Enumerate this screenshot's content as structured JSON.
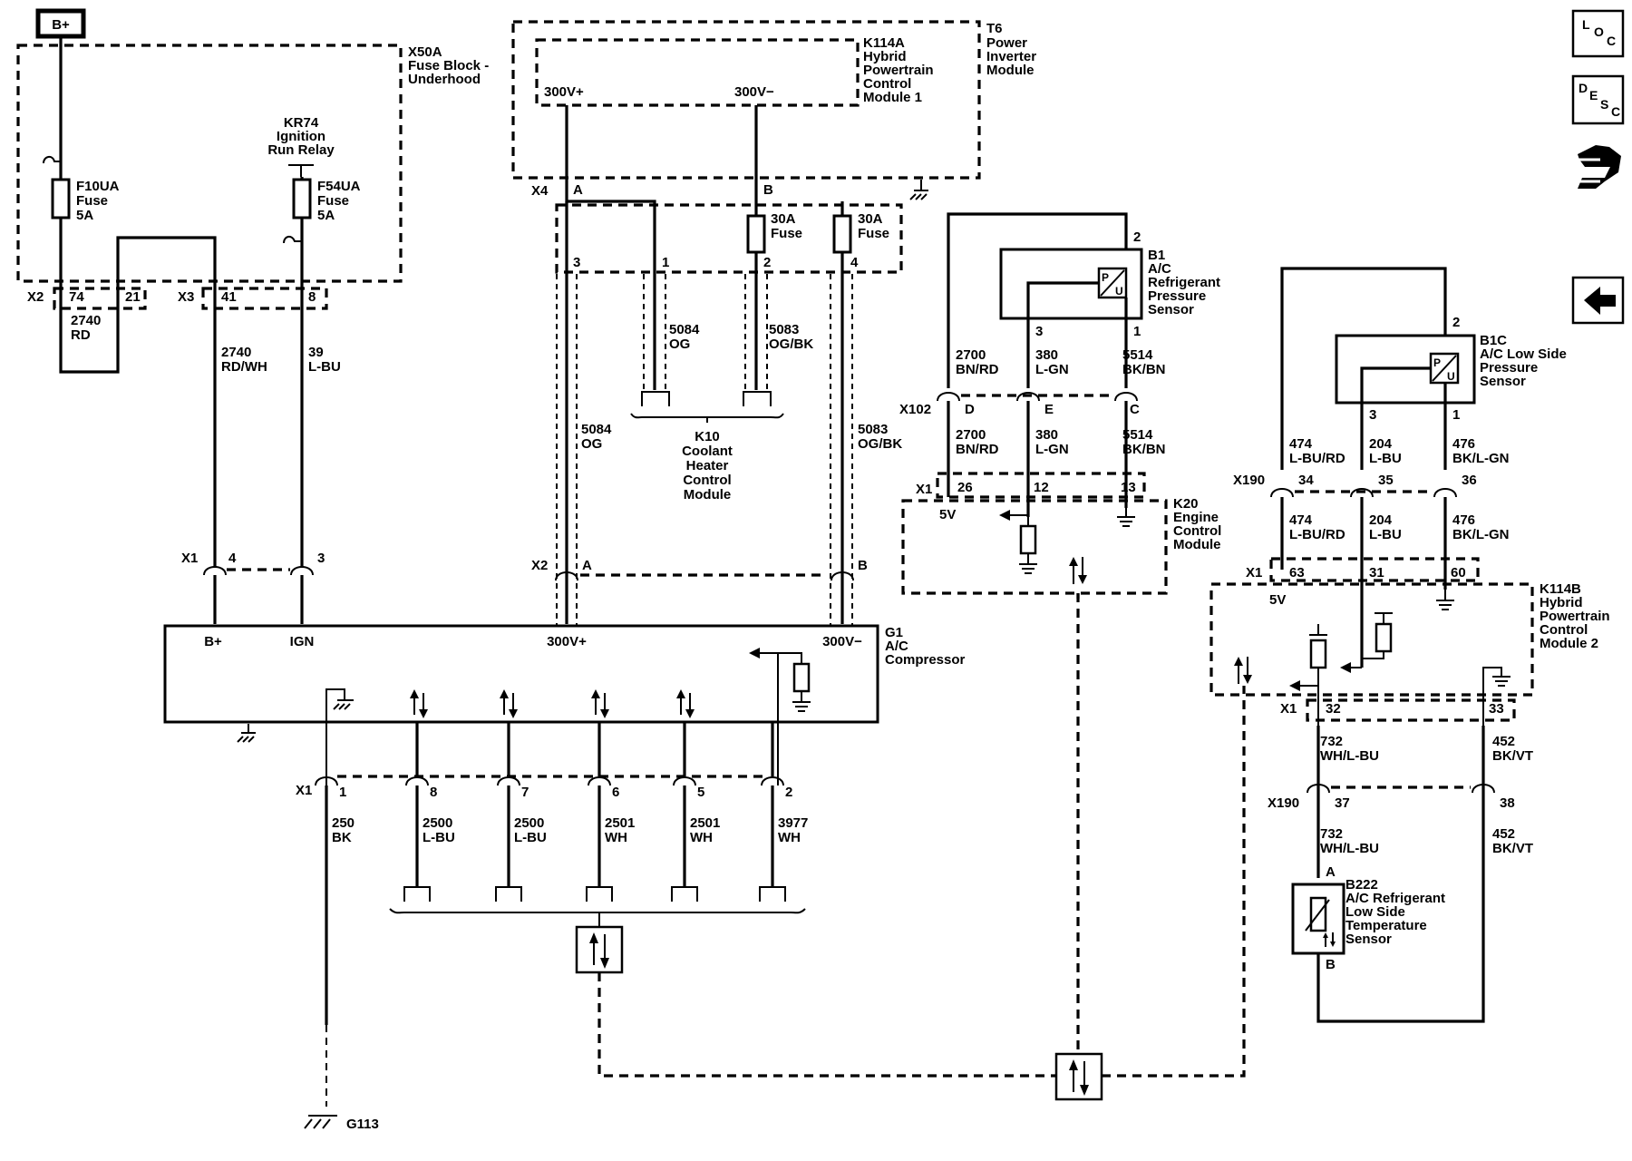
{
  "nav": {
    "loc_icon": "LOC",
    "desc_icon": "DESC",
    "connector_icon": "connector-view",
    "back_icon": "back-arrow"
  },
  "power": {
    "bplus": "B+"
  },
  "fuse_block": {
    "id": "X50A",
    "name_l1": "Fuse Block -",
    "name_l2": "Underhood",
    "f10": {
      "id": "F10UA",
      "l2": "Fuse",
      "l3": "5A"
    },
    "f54": {
      "id": "F54UA",
      "l2": "Fuse",
      "l3": "5A"
    },
    "relay": {
      "id": "KR74",
      "l2": "Ignition",
      "l3": "Run Relay"
    },
    "x2": {
      "conn": "X2",
      "p1": "74",
      "p2": "21"
    },
    "x3": {
      "conn": "X3",
      "p1": "41",
      "p2": "8"
    }
  },
  "wires_left": {
    "w1": {
      "num": "2740",
      "color": "RD"
    },
    "w2": {
      "num": "2740",
      "color": "RD/WH"
    },
    "w3": {
      "num": "39",
      "color": "L-BU"
    }
  },
  "inverter": {
    "t6_id": "T6",
    "t6_l1": "Power",
    "t6_l2": "Inverter",
    "t6_l3": "Module",
    "k114a_id": "K114A",
    "k114a_l1": "Hybrid",
    "k114a_l2": "Powertrain",
    "k114a_l3": "Control",
    "k114a_l4": "Module 1",
    "plus": "300V+",
    "minus": "300V−",
    "x4": "X4",
    "pinA": "A",
    "pinB": "B",
    "fuse1": "30A",
    "fuse2": "30A",
    "fuse_word": "Fuse",
    "p3": "3",
    "p1": "1",
    "p2": "2",
    "p4": "4"
  },
  "heater": {
    "w5084": {
      "num": "5084",
      "color": "OG"
    },
    "w5083": {
      "num": "5083",
      "color": "OG/BK"
    },
    "id": "K10",
    "l1": "Coolant",
    "l2": "Heater",
    "l3": "Control",
    "l4": "Module"
  },
  "hv_wires": {
    "w5084": {
      "num": "5084",
      "color": "OG"
    },
    "w5083": {
      "num": "5083",
      "color": "OG/BK"
    },
    "x2": "X2",
    "pa": "A",
    "pb": "B"
  },
  "compressor": {
    "x1": "X1",
    "p4": "4",
    "p3": "3",
    "bplus": "B+",
    "ign": "IGN",
    "plus": "300V+",
    "minus": "300V−",
    "id": "G1",
    "l1": "A/C",
    "l2": "Compressor",
    "x1b": "X1",
    "pins": [
      "1",
      "8",
      "7",
      "6",
      "5",
      "2"
    ],
    "wires": [
      {
        "num": "250",
        "color": "BK"
      },
      {
        "num": "2500",
        "color": "L-BU"
      },
      {
        "num": "2500",
        "color": "L-BU"
      },
      {
        "num": "2501",
        "color": "WH"
      },
      {
        "num": "2501",
        "color": "WH"
      },
      {
        "num": "3977",
        "color": "WH"
      }
    ],
    "ground": "G113"
  },
  "b1": {
    "id": "B1",
    "l1": "A/C",
    "l2": "Refrigerant",
    "l3": "Pressure",
    "l4": "Sensor",
    "pu": "P",
    "pu2": "U",
    "p2": "2",
    "p3": "3",
    "p1": "1",
    "w1": {
      "num": "2700",
      "color": "BN/RD"
    },
    "w2": {
      "num": "380",
      "color": "L-GN"
    },
    "w3": {
      "num": "5514",
      "color": "BK/BN"
    },
    "x102": "X102",
    "pd": "D",
    "pe": "E",
    "pc": "C",
    "w1b": {
      "num": "2700",
      "color": "BN/RD"
    },
    "w2b": {
      "num": "380",
      "color": "L-GN"
    },
    "w3b": {
      "num": "5514",
      "color": "BK/BN"
    }
  },
  "k20": {
    "x1": "X1",
    "p26": "26",
    "p12": "12",
    "p13": "13",
    "v5": "5V",
    "id": "K20",
    "l1": "Engine",
    "l2": "Control",
    "l3": "Module"
  },
  "b1c": {
    "id": "B1C",
    "l1": "A/C Low Side",
    "l2": "Pressure",
    "l3": "Sensor",
    "pu": "P",
    "pu2": "U",
    "p2": "2",
    "p3": "3",
    "p1": "1",
    "w1": {
      "num": "474",
      "color": "L-BU/RD"
    },
    "w2": {
      "num": "204",
      "color": "L-BU"
    },
    "w3": {
      "num": "476",
      "color": "BK/L-GN"
    },
    "x190": "X190",
    "p34": "34",
    "p35": "35",
    "p36": "36",
    "w1b": {
      "num": "474",
      "color": "L-BU/RD"
    },
    "w2b": {
      "num": "204",
      "color": "L-BU"
    },
    "w3b": {
      "num": "476",
      "color": "BK/L-GN"
    }
  },
  "k114b": {
    "x1": "X1",
    "p63": "63",
    "p31": "31",
    "p60": "60",
    "v5": "5V",
    "id": "K114B",
    "l1": "Hybrid",
    "l2": "Powertrain",
    "l3": "Control",
    "l4": "Module 2",
    "x1b": "X1",
    "p32": "32",
    "p33": "33",
    "w1": {
      "num": "732",
      "color": "WH/L-BU"
    },
    "w2": {
      "num": "452",
      "color": "BK/VT"
    },
    "x190": "X190",
    "p37": "37",
    "p38": "38",
    "w1b": {
      "num": "732",
      "color": "WH/L-BU"
    },
    "w2b": {
      "num": "452",
      "color": "BK/VT"
    }
  },
  "b222": {
    "pa": "A",
    "pb": "B",
    "id": "B222",
    "l1": "A/C Refrigerant",
    "l2": "Low Side",
    "l3": "Temperature",
    "l4": "Sensor"
  }
}
